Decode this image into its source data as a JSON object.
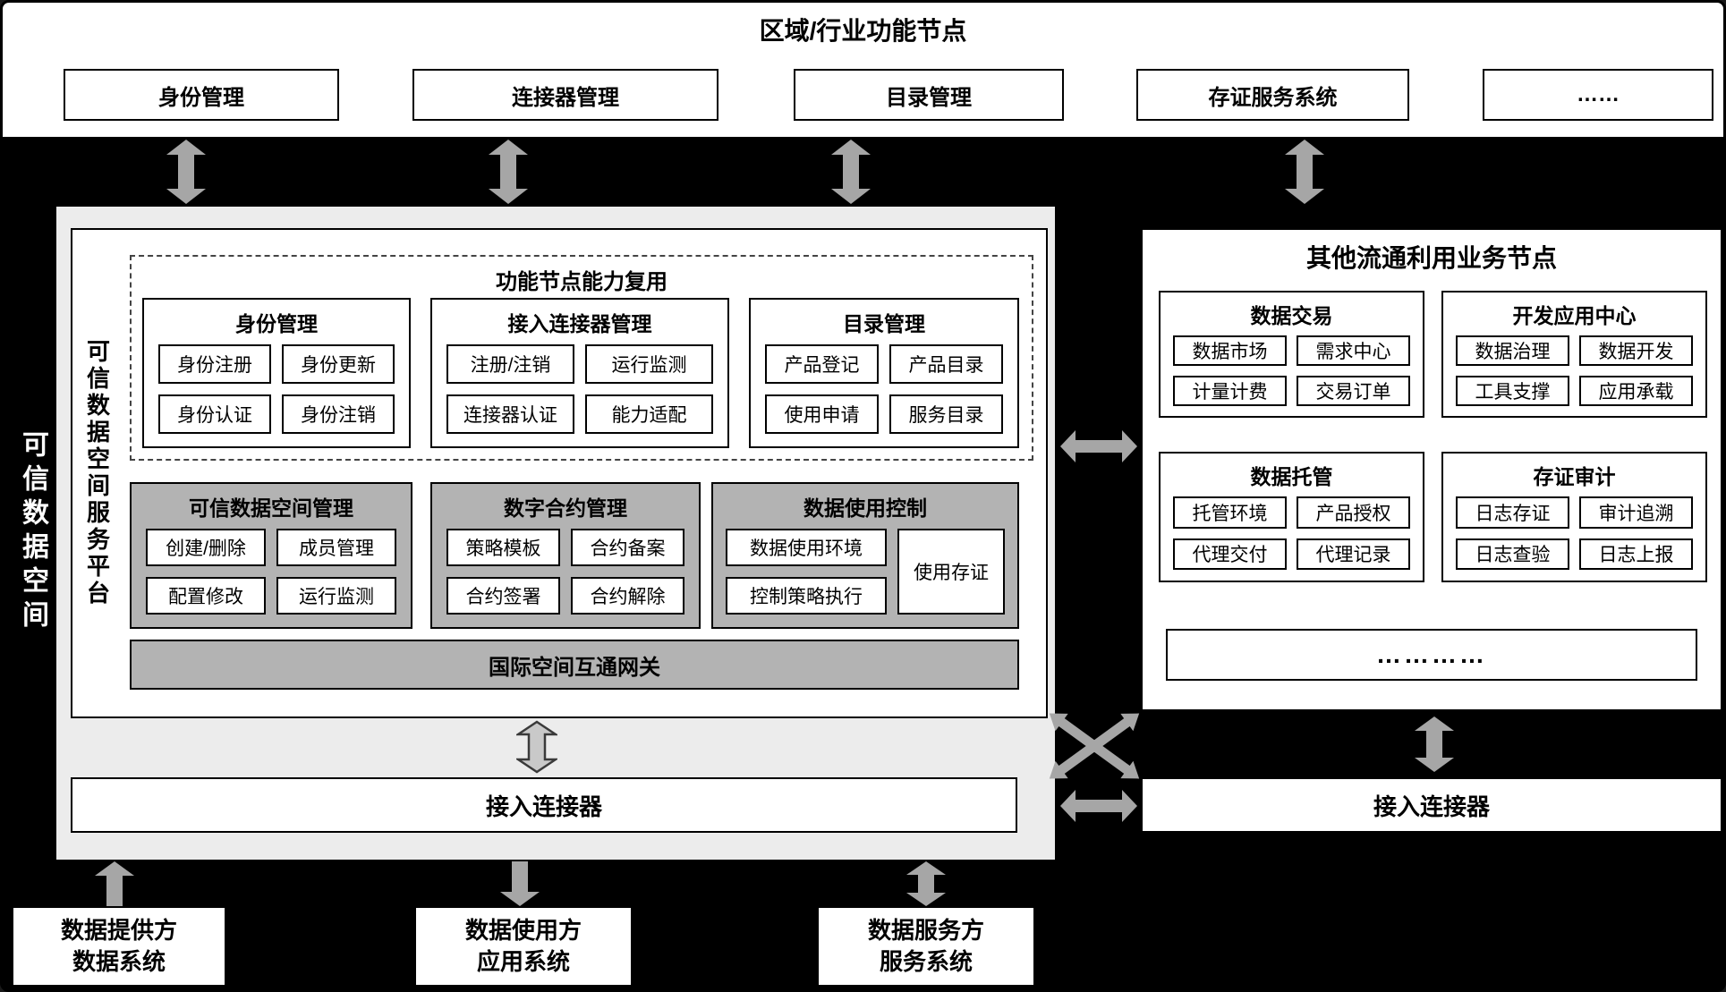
{
  "top_strip": {
    "title": "区域/行业功能节点",
    "nodes": [
      "身份管理",
      "连接器管理",
      "目录管理",
      "存证服务系统",
      "……"
    ]
  },
  "trusted_space": {
    "label": "可信数据空间",
    "platform": {
      "label": "可信数据空间服务平台",
      "reuse": {
        "title": "功能节点能力复用",
        "groups": [
          {
            "title": "身份管理",
            "items": [
              "身份注册",
              "身份更新",
              "身份认证",
              "身份注销"
            ]
          },
          {
            "title": "接入连接器管理",
            "items": [
              "注册/注销",
              "运行监测",
              "连接器认证",
              "能力适配"
            ]
          },
          {
            "title": "目录管理",
            "items": [
              "产品登记",
              "产品目录",
              "使用申请",
              "服务目录"
            ]
          }
        ]
      },
      "mgmt_groups": [
        {
          "title": "可信数据空间管理",
          "items": [
            "创建/删除",
            "成员管理",
            "配置修改",
            "运行监测"
          ]
        },
        {
          "title": "数字合约管理",
          "items": [
            "策略模板",
            "合约备案",
            "合约签署",
            "合约解除"
          ]
        },
        {
          "title": "数据使用控制",
          "items": [
            "数据使用环境",
            "控制策略执行"
          ],
          "tall_item": "使用存证"
        }
      ],
      "gateway": "国际空间互通网关"
    },
    "connector": "接入连接器"
  },
  "other_node": {
    "title": "其他流通利用业务节点",
    "groups": [
      {
        "title": "数据交易",
        "items": [
          "数据市场",
          "需求中心",
          "计量计费",
          "交易订单"
        ]
      },
      {
        "title": "开发应用中心",
        "items": [
          "数据治理",
          "数据开发",
          "工具支撑",
          "应用承载"
        ]
      },
      {
        "title": "数据托管",
        "items": [
          "托管环境",
          "产品授权",
          "代理交付",
          "代理记录"
        ]
      },
      {
        "title": "存证审计",
        "items": [
          "日志存证",
          "审计追溯",
          "日志查验",
          "日志上报"
        ]
      }
    ],
    "ellipsis": "…………",
    "connector": "接入连接器"
  },
  "bottom_systems": [
    {
      "line1": "数据提供方",
      "line2": "数据系统"
    },
    {
      "line1": "数据使用方",
      "line2": "应用系统"
    },
    {
      "line1": "数据服务方",
      "line2": "服务系统"
    }
  ],
  "colors": {
    "background": "#000000",
    "panel_gray": "#ececec",
    "box_gray": "#b3b3b3",
    "arrow_gray": "#a6a6a6"
  },
  "icons": [
    "double-arrow-vertical",
    "double-arrow-horizontal",
    "arrow-up",
    "arrow-down",
    "crossed-arrows"
  ]
}
